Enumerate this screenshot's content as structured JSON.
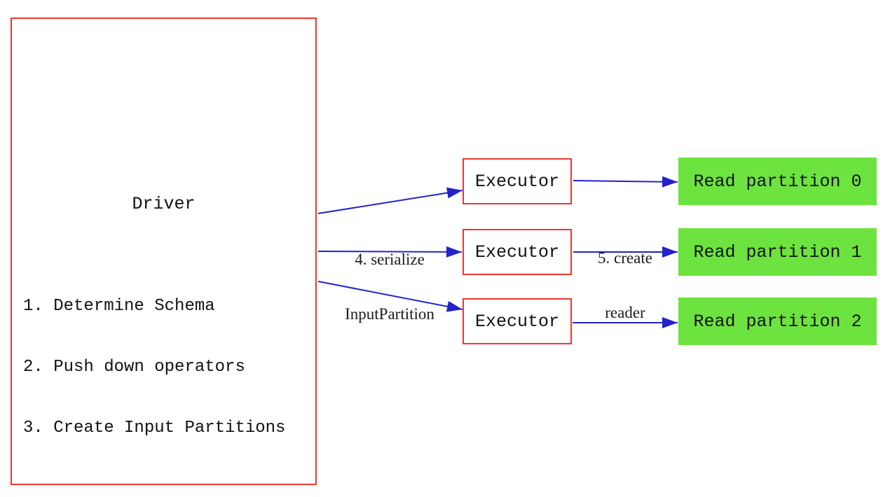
{
  "diagram": {
    "driver": {
      "title": "Driver",
      "steps": [
        "1. Determine Schema",
        "2. Push down operators",
        "3. Create Input Partitions"
      ]
    },
    "executors": [
      {
        "label": "Executor"
      },
      {
        "label": "Executor"
      },
      {
        "label": "Executor"
      }
    ],
    "partitions": [
      {
        "label": "Read partition 0"
      },
      {
        "label": "Read partition 1"
      },
      {
        "label": "Read partition 2"
      }
    ],
    "edge_labels": {
      "serialize_line1": "4. serialize",
      "serialize_line2": "InputPartition",
      "reader_line1": "5. create",
      "reader_line2": "reader"
    }
  },
  "colors": {
    "red": "#e8392e",
    "blue": "#2222cc",
    "green": "#6de33f",
    "ink": "#111111"
  }
}
